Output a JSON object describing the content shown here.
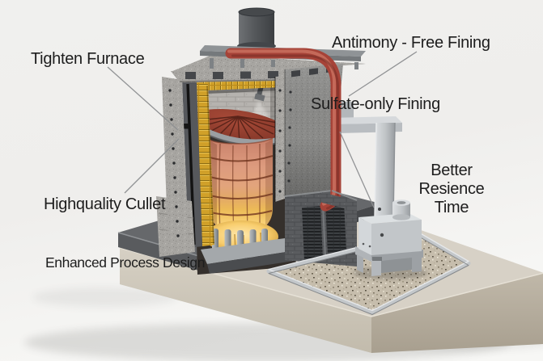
{
  "annotations": {
    "tighten_furnace": "Tighten Furnace",
    "antimony_free_fining": "Antimony - Free Fining",
    "sulfate_only_fining": "Sulfate-only Fining",
    "better_residence_line1": "Better",
    "better_residence_line2": "Resience",
    "better_residence_line3": "Time",
    "highquality_cullet": "Highquality Cullet",
    "enhanced_process_design": "Enhanced Process Design"
  },
  "colors": {
    "background": "#f2f1ef",
    "annotation_text": "#1d1d1d",
    "leader_line": "#8d8f91",
    "concrete_light": "#a7a5a1",
    "wall_gray": "#8b8b89",
    "wall_dark": "#56585c",
    "insulation_yellow": "#d0a029",
    "crucible_salmon": "#dfa183",
    "melt_glow": "#ffd98c",
    "dome_red": "#8a3c2d",
    "pipe_red": "#a64338",
    "steel_frame": "#c9cdd0",
    "gravel_beige": "#c6bdac",
    "base_beige": "#cec7ba",
    "platform_gray": "#66686b",
    "chimney_gray": "#53565a",
    "interior_brick": "#b6b3af"
  }
}
